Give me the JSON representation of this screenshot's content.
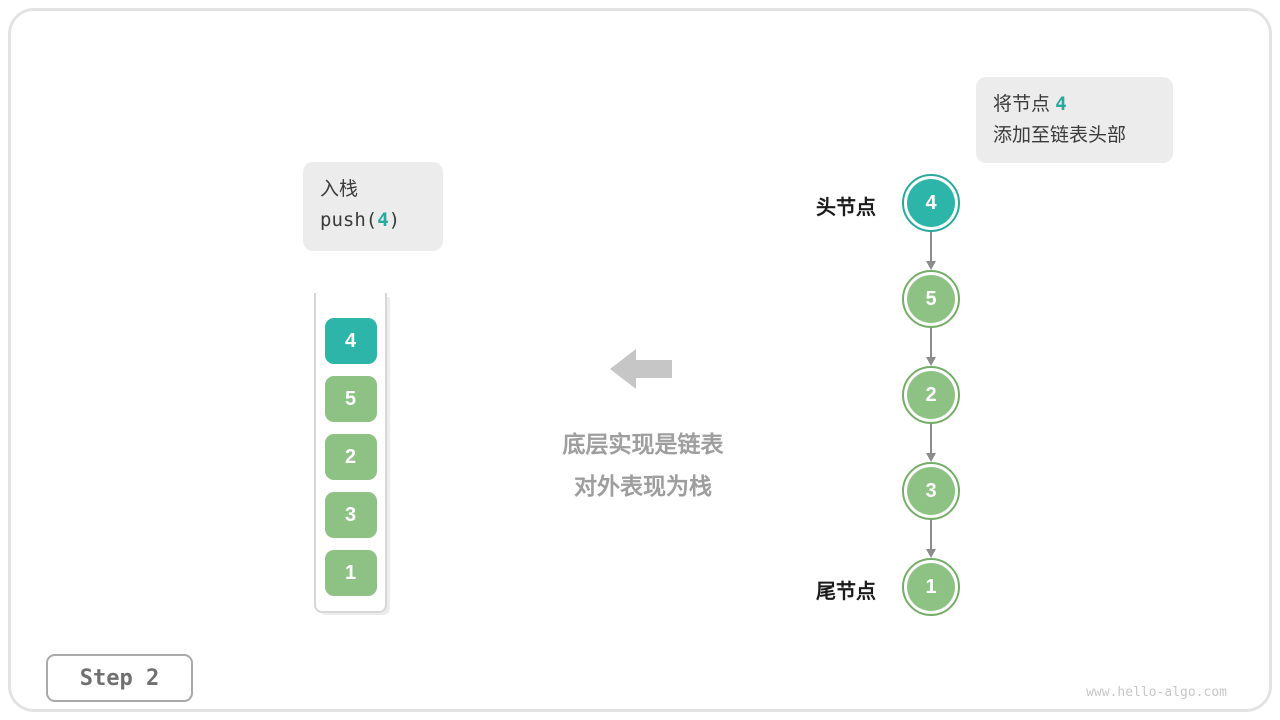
{
  "colors": {
    "teal": "#2eb5a9",
    "teal_ring": "#2aa89c",
    "green": "#8ec285",
    "green_ring": "#74ad68",
    "gray_caption": "#9e9e9e",
    "arrow_gray": "#c6c6c6",
    "box_bg": "#ececec"
  },
  "annotation": {
    "line1_prefix": "将节点",
    "line1_value": "4",
    "line2": "添加至链表头部"
  },
  "push_box": {
    "title": "入栈",
    "code_prefix": "push(",
    "code_value": "4",
    "code_suffix": ")"
  },
  "stack": {
    "items": [
      {
        "value": "4",
        "type": "teal"
      },
      {
        "value": "5",
        "type": "green"
      },
      {
        "value": "2",
        "type": "green"
      },
      {
        "value": "3",
        "type": "green"
      },
      {
        "value": "1",
        "type": "green"
      }
    ]
  },
  "center_caption": {
    "line1": "底层实现是链表",
    "line2": "对外表现为栈"
  },
  "linked_list": {
    "head_label": "头节点",
    "tail_label": "尾节点",
    "nodes": [
      {
        "value": "4",
        "type": "teal"
      },
      {
        "value": "5",
        "type": "green"
      },
      {
        "value": "2",
        "type": "green"
      },
      {
        "value": "3",
        "type": "green"
      },
      {
        "value": "1",
        "type": "green"
      }
    ]
  },
  "step_label": "Step 2",
  "watermark": "www.hello-algo.com"
}
